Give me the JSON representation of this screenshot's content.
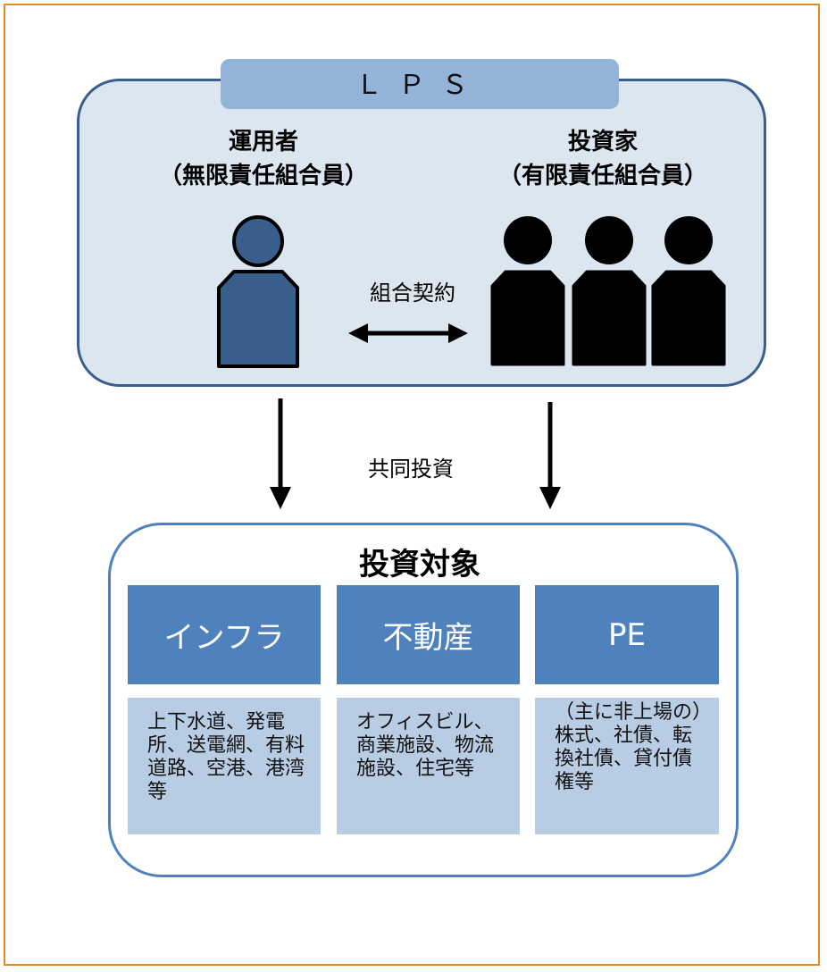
{
  "lps": {
    "title": "ＬＰＳ"
  },
  "gp": {
    "line1": "運用者",
    "line2": "（無限責任組合員）"
  },
  "lp": {
    "line1": "投資家",
    "line2": "（有限責任組合員）"
  },
  "contract_label": "組合契約",
  "joint_label": "共同投資",
  "target": {
    "title": "投資対象",
    "columns": [
      {
        "head": "インフラ",
        "body": "上下水道、発電所、送電網、有料道路、空港、港湾等"
      },
      {
        "head": "不動産",
        "body": "オフィスビル、商業施設、物流施設、住宅等"
      },
      {
        "head": "PE",
        "body": "（主に非上場の）株式、社債、転換社債、貸付債権等"
      }
    ]
  },
  "colors": {
    "frame": "#e08a2c",
    "gp_person": "#3a5e8c",
    "lp_person": "#000000",
    "accent_blue": "#4f81bd",
    "light_blue": "#b8cce4"
  }
}
